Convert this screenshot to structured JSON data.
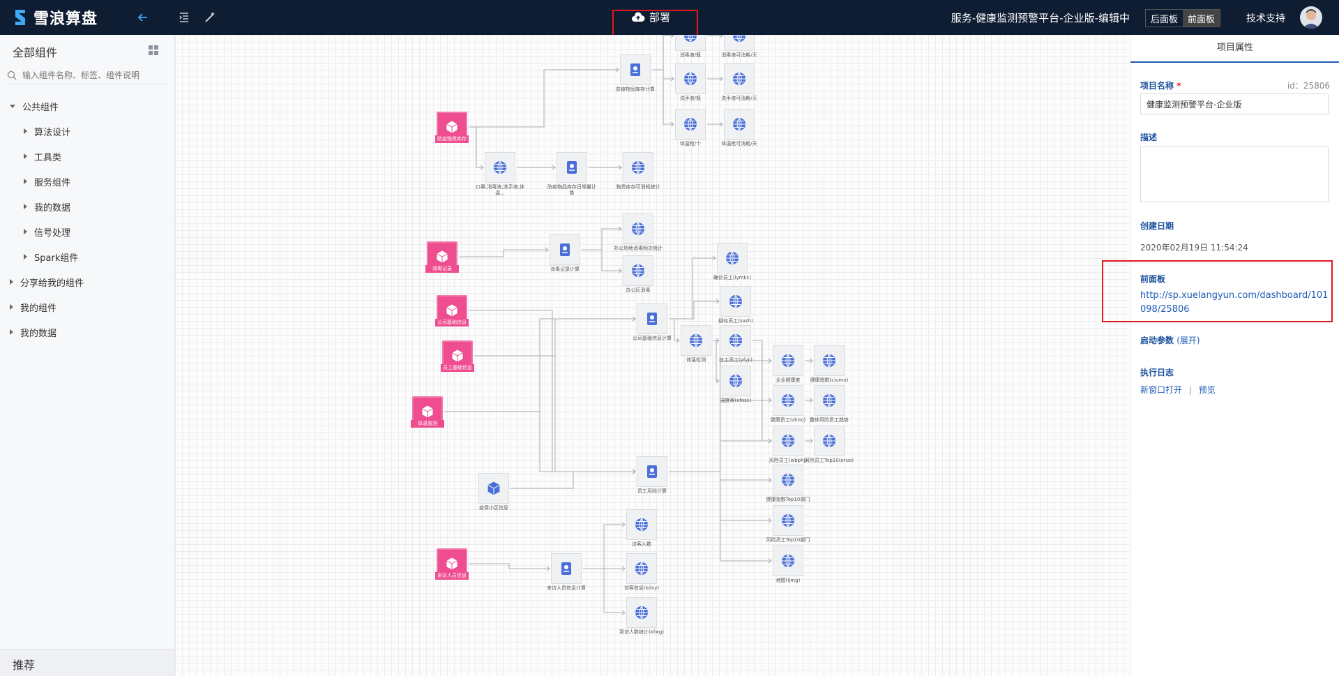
{
  "app": {
    "logo_text": "雪浪算盘"
  },
  "toolbar": {
    "deploy_label": "部署"
  },
  "header": {
    "project_title": "服务-健康监测预警平台-企业版-编辑中",
    "view_toggle": [
      "后面板",
      "前面板"
    ],
    "active_view": "前面板",
    "support_label": "技术支持"
  },
  "sidebar": {
    "title": "全部组件",
    "search_placeholder": "输入组件名称、标签、组件说明",
    "tree": [
      {
        "label": "公共组件",
        "expanded": true
      },
      {
        "label": "算法设计",
        "expanded": false
      },
      {
        "label": "工具类",
        "expanded": false
      },
      {
        "label": "服务组件",
        "expanded": false
      },
      {
        "label": "我的数据",
        "expanded": false
      },
      {
        "label": "信号处理",
        "expanded": false
      },
      {
        "label": "Spark组件",
        "expanded": false
      },
      {
        "label": "分享给我的组件",
        "expanded": false
      },
      {
        "label": "我的组件",
        "expanded": false
      },
      {
        "label": "我的数据",
        "expanded": false
      }
    ],
    "recommend_label": "推荐"
  },
  "canvas": {
    "nodes": [
      {
        "label": "消毒液/瓶"
      },
      {
        "label": "消毒液可消耗/天"
      },
      {
        "label": "防疫物品库存计算"
      },
      {
        "label": "洗手液/瓶"
      },
      {
        "label": "洗手液可消耗/天"
      },
      {
        "label": "体温枪/个"
      },
      {
        "label": "体温枪可消耗/天"
      },
      {
        "label": "防疫物资库存"
      },
      {
        "label": "口罩,消毒液,洗手液,体温..."
      },
      {
        "label": "防疫物品库存日常量计算"
      },
      {
        "label": "物资库存可消耗统计"
      },
      {
        "label": "消毒记录"
      },
      {
        "label": "消毒记录计算"
      },
      {
        "label": "办公场地消毒频次统计"
      },
      {
        "label": "办公区消毒"
      },
      {
        "label": "公司基础信息"
      },
      {
        "label": "公司基础信息计算"
      },
      {
        "label": "确诊员工(lymkc)"
      },
      {
        "label": "疑似员工(sazh)"
      },
      {
        "label": "员工基础信息"
      },
      {
        "label": "体温检测"
      },
      {
        "label": "在工员工(yfyji)"
      },
      {
        "label": "企业健康度"
      },
      {
        "label": "健康指数(ciumo)"
      },
      {
        "label": "体温监测"
      },
      {
        "label": "温度表(xfosc)"
      },
      {
        "label": "健康员工(zktoj)"
      },
      {
        "label": "整体风险员工趋势"
      },
      {
        "label": "风险员工(wbphj)"
      },
      {
        "label": "风险员工Top10(oruo)"
      },
      {
        "label": "员工风险计算"
      },
      {
        "label": "疫情小区信息"
      },
      {
        "label": "健康指数Top10部门"
      },
      {
        "label": "风险员工Top10部门"
      },
      {
        "label": "访客人数"
      },
      {
        "label": "来访人员信息"
      },
      {
        "label": "来访人员信息计算"
      },
      {
        "label": "访客信息(kdvy)"
      },
      {
        "label": "地图(ljmg)"
      },
      {
        "label": "到访人数统计(kfwg)"
      }
    ]
  },
  "rpanel": {
    "tab": "项目属性",
    "name_label": "项目名称",
    "required_mark": "*",
    "id_text": "id：25806",
    "name_value": "健康监测预警平台-企业版",
    "desc_label": "描述",
    "date_label": "创建日期",
    "date_value": "2020年02月19日 11:54:24",
    "front_label": "前面板",
    "front_url": "http://sp.xuelangyun.com/dashboard/101098/25806",
    "params_label": "启动参数",
    "params_expand": "(展开)",
    "log_label": "执行日志",
    "open_new": "新窗口打开",
    "divider": "|",
    "preview": "预览"
  },
  "colors": {
    "topbar": "#0f1d33",
    "accent": "#1e5bb5",
    "pink_node": "#ee4d8f",
    "highlight": "#e8161c"
  }
}
